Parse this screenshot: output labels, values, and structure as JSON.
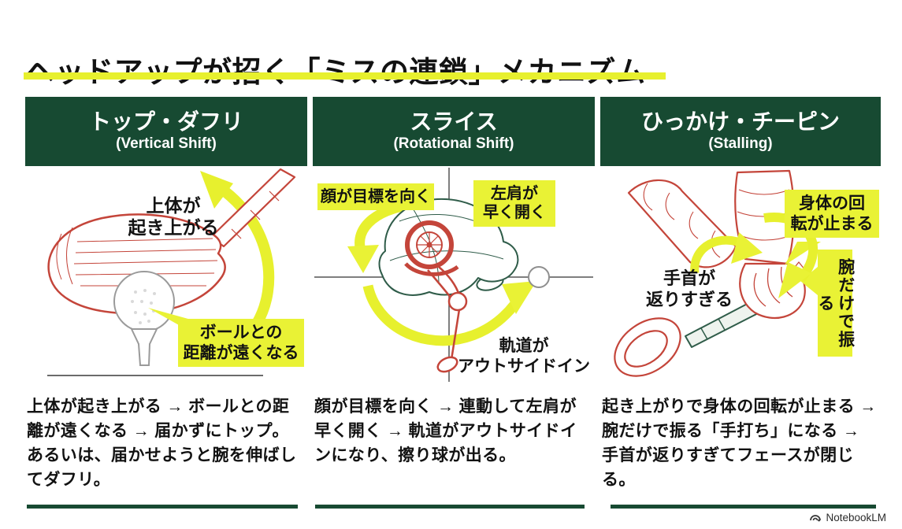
{
  "title": "ヘッドアップが招く「ミスの連鎖」メカニズム",
  "colors": {
    "header_green": "#174a32",
    "accent_yellow": "#e9f235",
    "wireframe_red": "#c4453a",
    "wireframe_green": "#2f5c49"
  },
  "columns": [
    {
      "id": "top-duff",
      "heading_jp": "トップ・ダフリ",
      "heading_en": "(Vertical Shift)",
      "annotations": {
        "torso_rise": [
          "上体が",
          "起き上がる"
        ],
        "ball_distance": [
          "ボールとの",
          "距離が遠くなる"
        ]
      },
      "body": "上体が起き上がる → ボールとの距離が遠くなる → 届かずにトップ。あるいは、届かせようと腕を伸ばしてダフリ。"
    },
    {
      "id": "slice",
      "heading_jp": "スライス",
      "heading_en": "(Rotational Shift)",
      "annotations": {
        "face_target": [
          "顔が目標を向く"
        ],
        "shoulder_open": [
          "左肩が",
          "早く開く"
        ],
        "path_outside_in": [
          "軌道が",
          "アウトサイドイン"
        ]
      },
      "body": "顔が目標を向く → 連動して左肩が早く開く → 軌道がアウトサイドインになり、擦り球が出る。"
    },
    {
      "id": "hook-chipin",
      "heading_jp": "ひっかけ・チーピン",
      "heading_en": "(Stalling)",
      "annotations": {
        "rotation_stops": [
          "身体の回",
          "転が止まる"
        ],
        "arms_only": [
          "腕だけで振る"
        ],
        "wrist_over": [
          "手首が",
          "返りすぎる"
        ]
      },
      "body": "起き上がりで身体の回転が止まる → 腕だけで振る「手打ち」になる → 手首が返りすぎてフェースが閉じる。"
    }
  ],
  "footer": {
    "watermark": "NotebookLM"
  }
}
